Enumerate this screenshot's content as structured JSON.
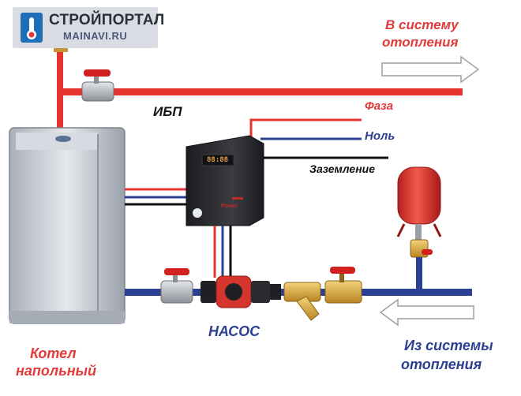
{
  "logo": {
    "title": "СТРОЙПОРТАЛ",
    "subtitle": "MAINAVI.RU"
  },
  "labels": {
    "to_heating": [
      "В систему",
      "отопления"
    ],
    "from_heating": [
      "Из системы",
      "отопления"
    ],
    "ups": "ИБП",
    "phase": "Фаза",
    "neutral": "Ноль",
    "ground": "Заземление",
    "pump": "НАСОС",
    "boiler": [
      "Котел",
      "напольный"
    ]
  },
  "ups_display": "88:88",
  "ups_brand": "Power",
  "colors": {
    "pipe_red": "#e8342f",
    "pipe_blue": "#2b3f93",
    "label_red": "#e33a3a",
    "label_blue": "#2b3f93",
    "boiler": "#c9ced6",
    "ups_body": "#2a2b2e",
    "expansion_tank": "#e33a3a",
    "brass": "#d9a441"
  }
}
